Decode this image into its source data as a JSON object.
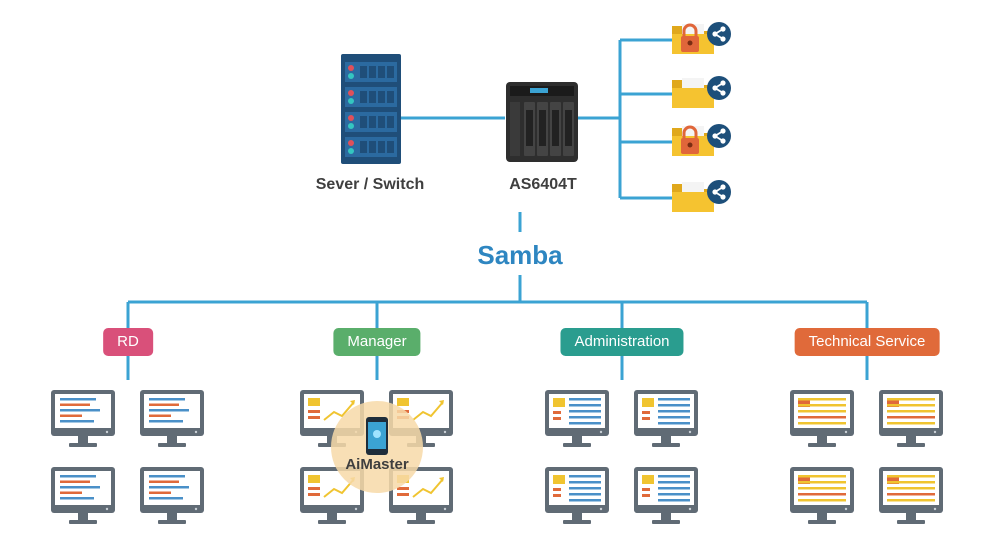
{
  "labels": {
    "server": "Sever / Switch",
    "nas": "AS6404T",
    "protocol": "Samba",
    "app": "AiMaster"
  },
  "groups": [
    {
      "label": "RD",
      "color": "#d9507a",
      "theme": "orange"
    },
    {
      "label": "Manager",
      "color": "#5aae6b",
      "theme": "chart"
    },
    {
      "label": "Administration",
      "color": "#2a9d8f",
      "theme": "blue"
    },
    {
      "label": "Technical Service",
      "color": "#e06a3a",
      "theme": "yellow"
    }
  ],
  "folders": [
    {
      "icon": "locked-shared-folder-icon"
    },
    {
      "icon": "shared-folder-icon"
    },
    {
      "icon": "locked-shared-folder-icon"
    },
    {
      "icon": "shared-folder-icon"
    }
  ],
  "colors": {
    "line": "#3ba3d3",
    "server": "#1f4e79",
    "folder": "#f5c330",
    "share": "#1d4f7a",
    "lock": "#e0663a",
    "monitor_frame": "#606b75",
    "aimaster_glow": "#f7d9a8"
  }
}
